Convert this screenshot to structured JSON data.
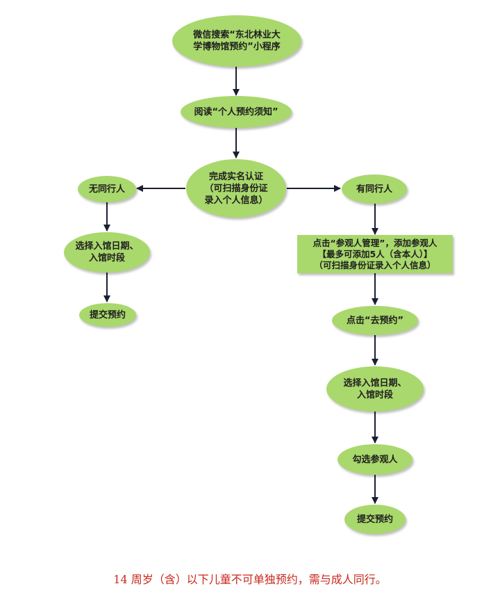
{
  "nodes": {
    "start": "微信搜索“东北林业大\n学博物馆预约”小程序",
    "read_notice": "阅读“个人预约须知”",
    "verify": "完成实名认证\n（可扫描身份证\n录入个人信息）",
    "no_companion": "无同行人",
    "with_companion": "有同行人",
    "left_select_date": "选择入馆日期、\n入馆时段",
    "left_submit": "提交预约",
    "add_visitor": "点击“参观人管理”，添加参观人\n【最多可添加5人（含本人）】\n（可扫描身份证录入个人信息）",
    "go_reserve": "点击“去预约”",
    "right_select_date": "选择入馆日期、\n入馆时段",
    "pick_visitor": "勾选参观人",
    "right_submit": "提交预约"
  },
  "note": "14 周岁（含）以下儿童不可单独预约，需与成人同行。",
  "colors": {
    "node_fill": "#a9d86c",
    "arrow": "#1a1f33",
    "note_text": "#c8281e"
  }
}
